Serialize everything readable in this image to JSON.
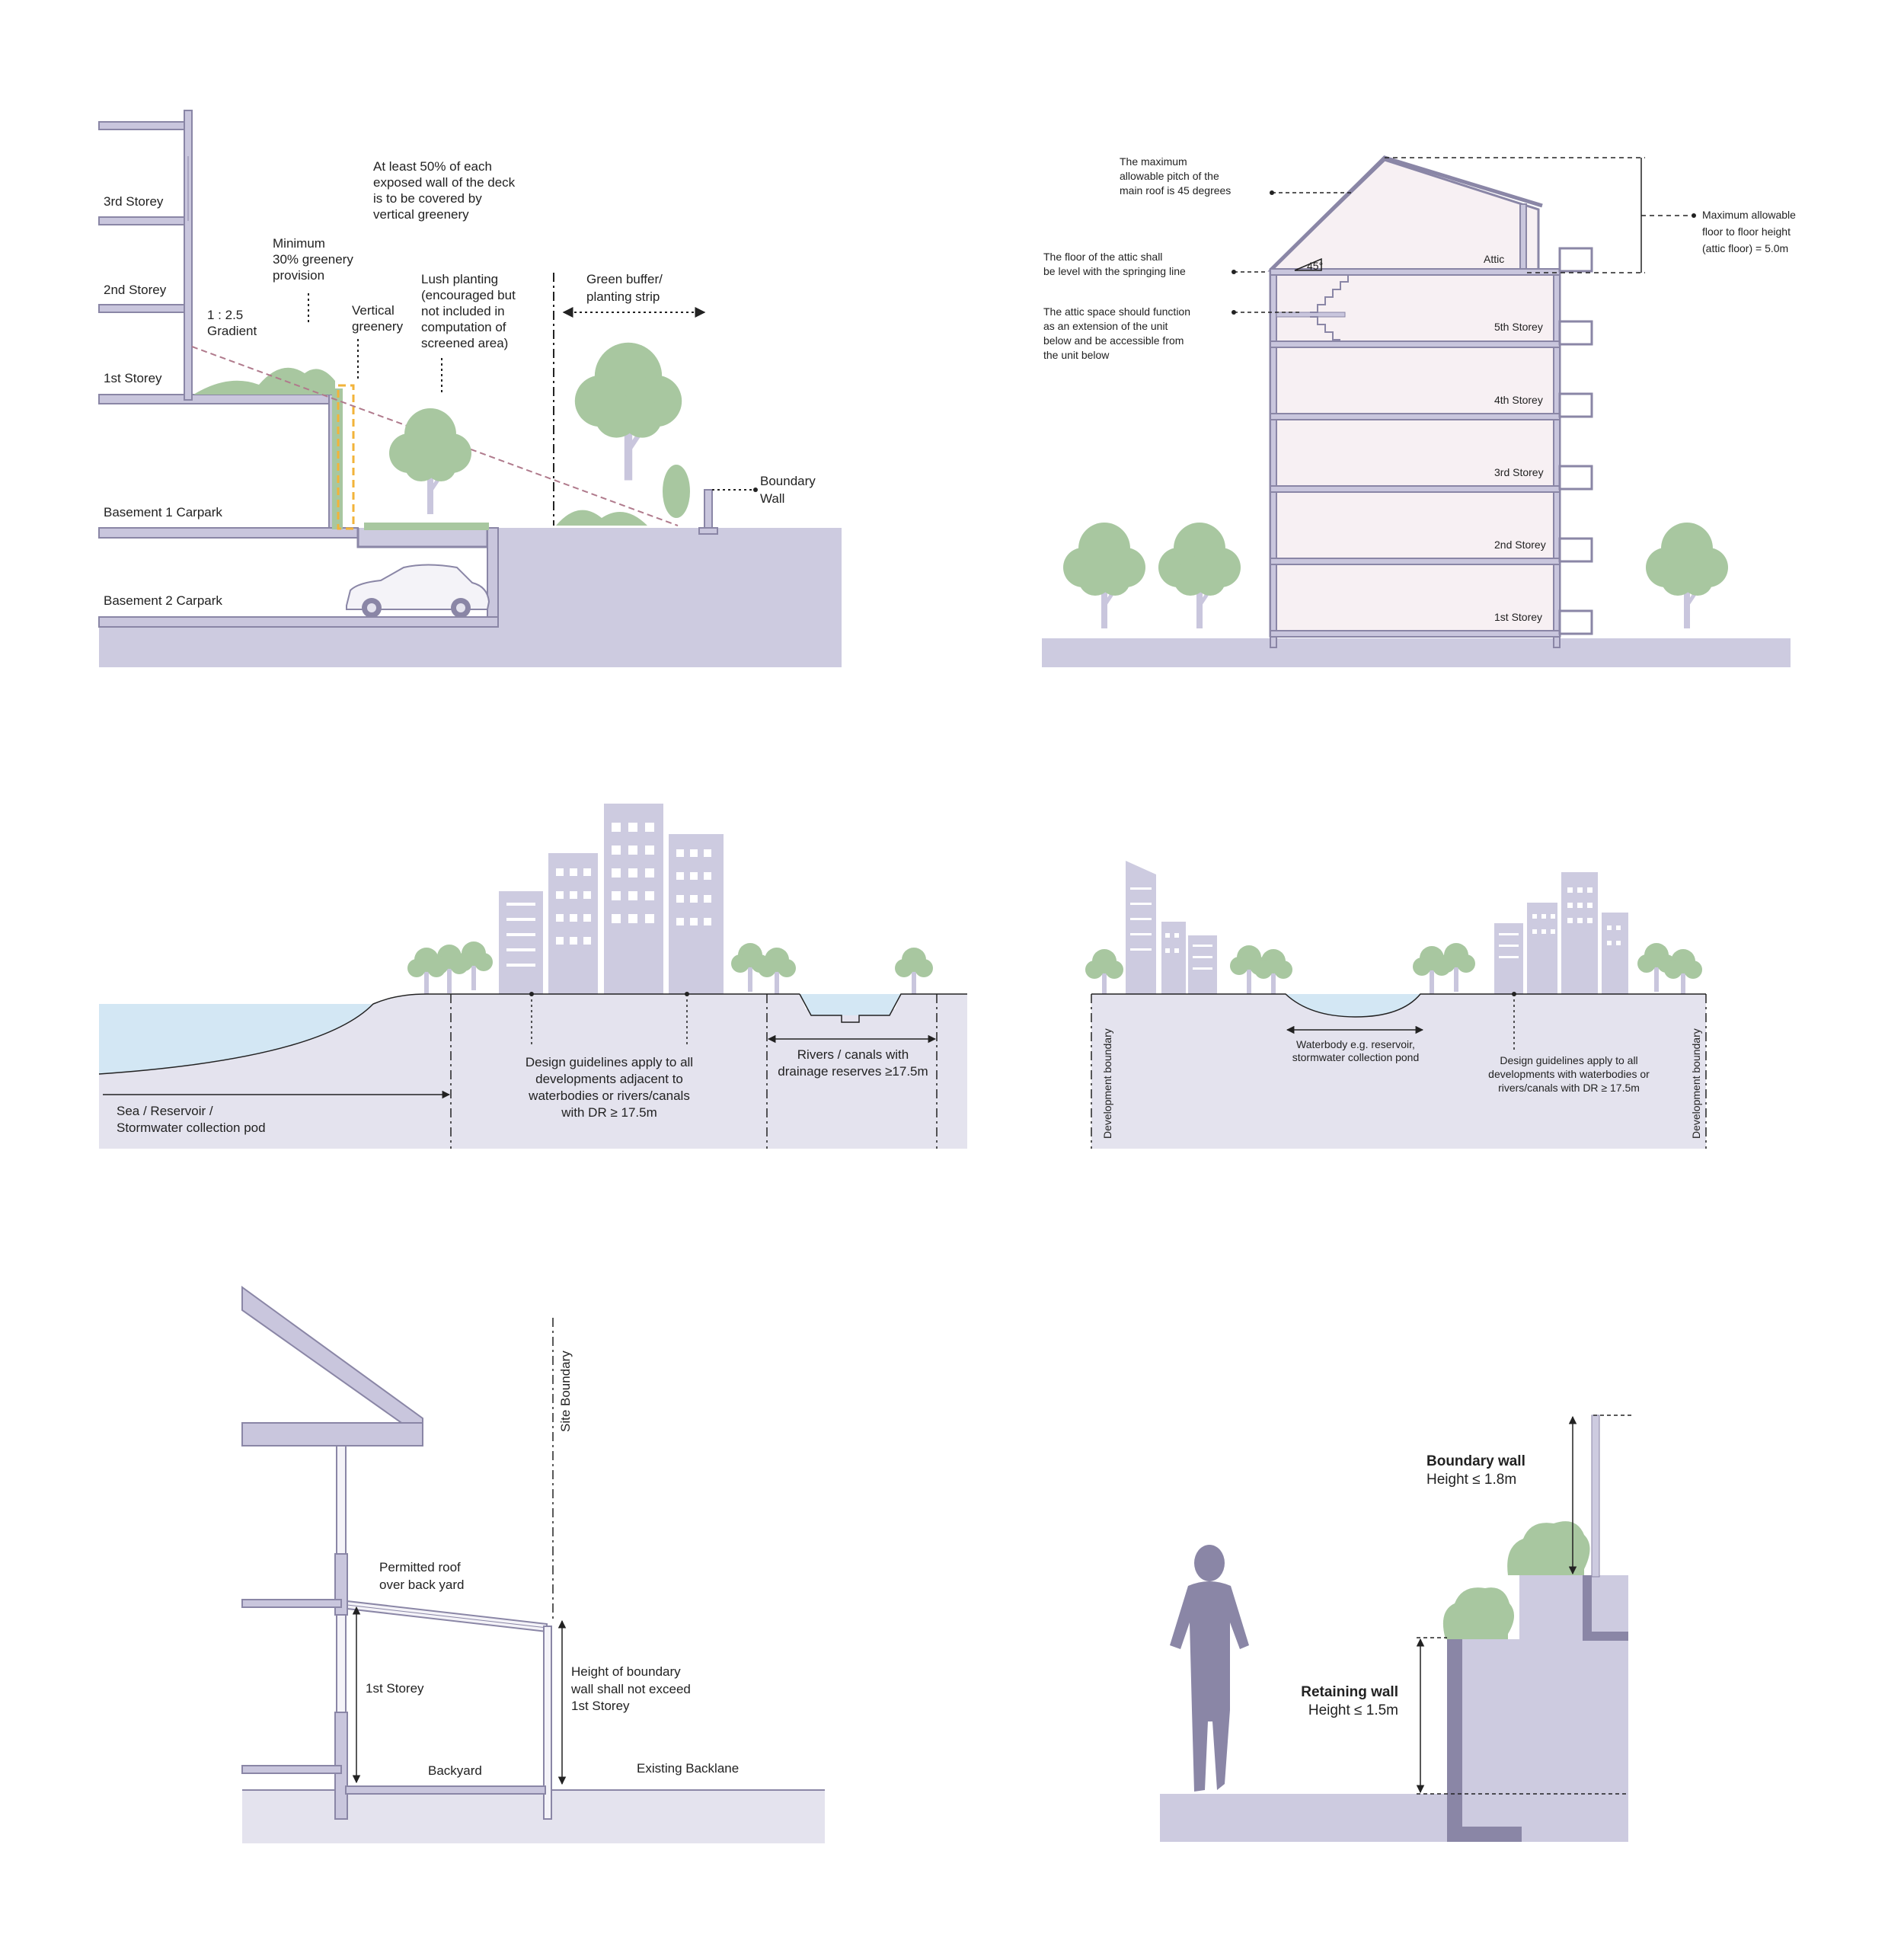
{
  "colors": {
    "structure": "#8a86a6",
    "structure_fill": "#c9c6dd",
    "ground": "#cdcbe0",
    "ground_light": "#e4e3ee",
    "tree": "#a8c7a0",
    "trunk": "#c9c6dd",
    "water": "#d3e7f4",
    "building": "#cdcbe0",
    "room": "#f7f0f3",
    "highlight": "#f2b33a",
    "gradient_line": "#b07a8c",
    "person": "#8a86a6"
  },
  "d1": {
    "storey3": "3rd Storey",
    "storey2": "2nd Storey",
    "storey1": "1st Storey",
    "basement1": "Basement 1 Carpark",
    "basement2": "Basement 2 Carpark",
    "deck_wall_note": [
      "At least 50% of each",
      "exposed wall of the deck",
      "is to be covered by",
      "vertical greenery"
    ],
    "min_greenery": [
      "Minimum",
      "30% greenery",
      "provision"
    ],
    "gradient": [
      "1 : 2.5",
      "Gradient"
    ],
    "vertical_greenery": [
      "Vertical",
      "greenery"
    ],
    "lush_planting": [
      "Lush planting",
      "(encouraged but",
      "not included in",
      "computation of",
      "screened area)"
    ],
    "green_buffer": [
      "Green buffer/",
      "planting strip"
    ],
    "boundary_wall": [
      "Boundary",
      "Wall"
    ],
    "car_icon": "car-icon"
  },
  "d2": {
    "pitch_note": [
      "The maximum",
      "allowable pitch of the",
      "main roof is 45 degrees"
    ],
    "floor_note": [
      "The floor of the attic shall",
      "be level with the springing line"
    ],
    "attic_note": [
      "The attic space should function",
      "as an extension of the unit",
      "below and be accessible from",
      "the unit below"
    ],
    "height_note": [
      "Maximum allowable",
      "floor to floor height",
      "(attic floor) = 5.0m"
    ],
    "angle": "45°",
    "attic": "Attic",
    "storeys": [
      "5th Storey",
      "4th Storey",
      "3rd Storey",
      "2nd Storey",
      "1st Storey"
    ]
  },
  "d3": {
    "sea": [
      "Sea / Reservoir /",
      "Stormwater collection pod"
    ],
    "guidelines": [
      "Design guidelines apply to all",
      "developments adjacent to",
      "waterbodies or rivers/canals",
      "with DR ≥ 17.5m"
    ],
    "rivers": [
      "Rivers / canals with",
      "drainage reserves ≥17.5m"
    ]
  },
  "d4": {
    "dev_boundary": "Development boundary",
    "waterbody": [
      "Waterbody e.g. reservoir,",
      "stormwater collection pond"
    ],
    "guidelines": [
      "Design guidelines apply to all",
      "developments with waterbodies or",
      "rivers/canals with DR ≥ 17.5m"
    ]
  },
  "d5": {
    "site_boundary": "Site Boundary",
    "permitted_roof": [
      "Permitted roof",
      "over back yard"
    ],
    "storey1": "1st Storey",
    "boundary_height": [
      "Height of boundary",
      "wall shall not exceed",
      "1st Storey"
    ],
    "backyard": "Backyard",
    "backlane": "Existing Backlane"
  },
  "d6": {
    "boundary_wall_title": "Boundary wall",
    "boundary_wall_height": "Height ≤ 1.8m",
    "retaining_wall_title": "Retaining wall",
    "retaining_wall_height": "Height ≤ 1.5m",
    "person_icon": "person-silhouette-icon"
  }
}
